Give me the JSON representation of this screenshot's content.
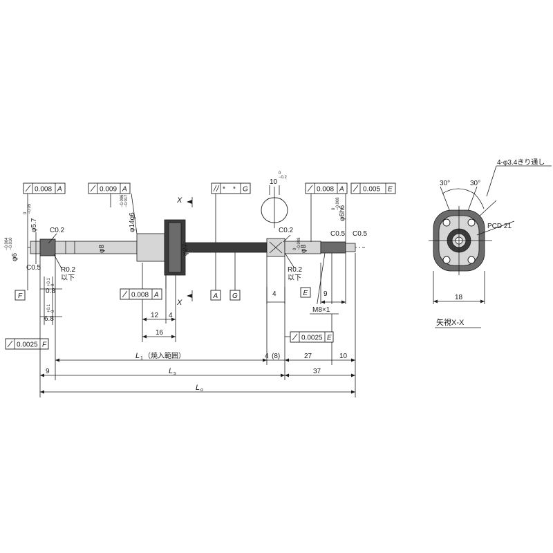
{
  "tolerance_frames": [
    {
      "symbol": "runout",
      "value": "0.008",
      "datum": "A"
    },
    {
      "symbol": "runout",
      "value": "0.009",
      "datum": "A"
    },
    {
      "symbol": "runout",
      "value": "0.008",
      "datum": "A"
    },
    {
      "symbol": "parallelism",
      "value": "*",
      "datum": "*",
      "datum2": "G"
    },
    {
      "symbol": "runout",
      "value": "0.008",
      "datum": "A"
    },
    {
      "symbol": "runout",
      "value": "0.005",
      "datum": "E"
    },
    {
      "symbol": "runout",
      "value": "0.0025",
      "datum": "F"
    },
    {
      "symbol": "runout",
      "value": "0.0025",
      "datum": "E"
    }
  ],
  "datums": {
    "a": "A",
    "g": "G",
    "e": "E",
    "f": "F"
  },
  "diameters": {
    "d6": "φ6",
    "d6_tol_upper": "−0.004",
    "d6_tol_lower": "−0.010",
    "d57": "φ5.7",
    "d57_tol_upper": "0",
    "d57_tol_lower": "−0.05",
    "d14": "φ14g6",
    "d14_tol_upper": "−0.006",
    "d14_tol_lower": "−0.017",
    "d8_left": "φ8",
    "d27": "φ27",
    "d8_right": "φ8",
    "d6h6": "φ6h6",
    "d6h6_tol_upper": "0",
    "d6h6_tol_lower": "−0.008",
    "d8r_tol_upper": "0",
    "d8r_tol_lower": "−0.008"
  },
  "chamfers": {
    "c02_left": "C0.2",
    "c05_left": "C0.5",
    "c02_right": "C0.2",
    "c05_right_a": "C0.5",
    "c05_right_b": "C0.5"
  },
  "radii": {
    "r02_left": "R0.2",
    "r02_left_sub": "以下",
    "r02_right": "R0.2",
    "r02_right_sub": "以下"
  },
  "dimensions": {
    "d08": "0.8",
    "d08_tol_upper": "+0.1",
    "d08_tol_lower": "0",
    "d68": "6.8",
    "d68_tol_upper": "+0.1",
    "d68_tol_lower": "0",
    "d12": "12",
    "d4a": "4",
    "d16": "16",
    "d4b": "4",
    "d4c": "4",
    "d8p": "(8)",
    "d27": "27",
    "d10": "10",
    "d9a": "9",
    "d37": "37",
    "d9b": "9",
    "d10top": "10",
    "d10top_tol_upper": "0",
    "d10top_tol_lower": "−0.2",
    "l1": "L",
    "l1_sub": "1",
    "l1_note": "（焼入範囲）",
    "ls": "L",
    "ls_sub": "s",
    "lo": "L",
    "lo_sub": "o"
  },
  "thread": "M8×1",
  "section_marks": {
    "x_top": "X",
    "x_bottom": "X"
  },
  "end_view": {
    "holes_note": "4-φ3.4きり通し",
    "angle_left": "30°",
    "angle_right": "30°",
    "pcd": "PCD 21",
    "width": "18",
    "caption": "矢視X-X"
  }
}
